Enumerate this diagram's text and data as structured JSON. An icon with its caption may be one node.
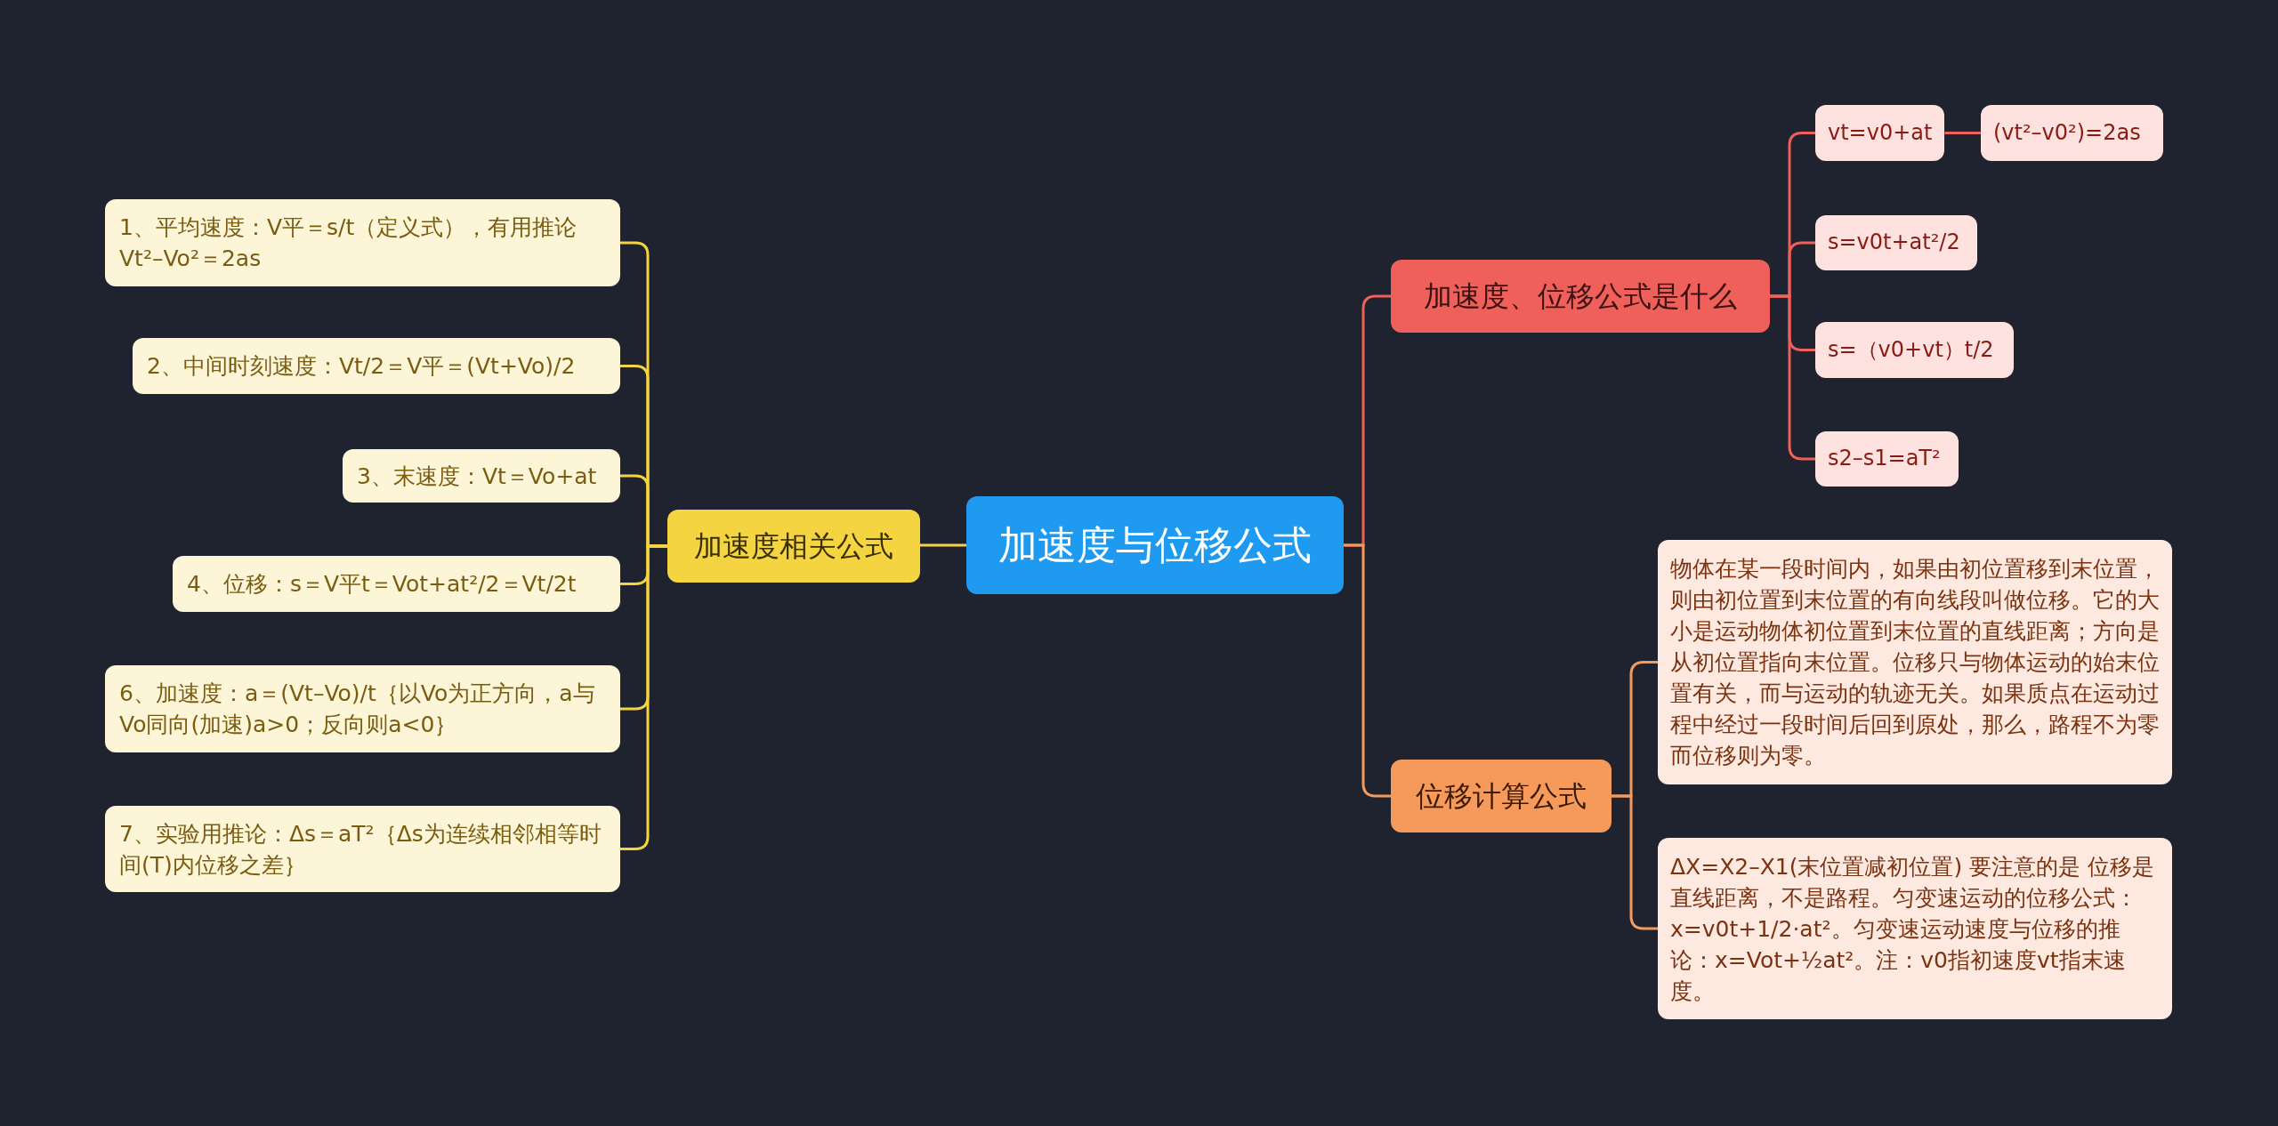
{
  "diagram": {
    "nodes": [
      {
        "text": [
          "加速度与位移公式"
        ]
      },
      {
        "text": [
          "加速度相关公式"
        ]
      },
      {
        "text": [
          "1、平均速度：V平＝s/t（定义式），有用推论Vt²–Vo²＝2as"
        ]
      },
      {
        "text": [
          "2、中间时刻速度：Vt/2＝V平＝(Vt+Vo)/2"
        ]
      },
      {
        "text": [
          "3、末速度：Vt＝Vo+at"
        ]
      },
      {
        "text": [
          "4、位移：s＝V平t＝Vot+at²/2＝Vt/2t"
        ]
      },
      {
        "text": [
          "6、加速度：a＝(Vt–Vo)/t｛以Vo为正方向，a与Vo同向(加速)a>0；反向则a<0｝"
        ]
      },
      {
        "text": [
          "7、实验用推论：Δs＝aT²｛Δs为连续相邻相等时间(T)内位移之差｝"
        ]
      },
      {
        "text": [
          "加速度、位移公式是什么"
        ]
      },
      {
        "text": [
          "vt=v0+at"
        ]
      },
      {
        "text": [
          "(vt²–v0²)=2as"
        ]
      },
      {
        "text": [
          "s=v0t+at²/2"
        ]
      },
      {
        "text": [
          "s=（v0+vt）t/2"
        ]
      },
      {
        "text": [
          "s2–s1=aT²"
        ]
      },
      {
        "text": [
          "位移计算公式"
        ]
      },
      {
        "text": [
          "物体在某一段时间内，如果由初位置移到末位置，则由初位置到末位置的有向线段叫做位移。它的大小是运动物体初位置到末位置的直线距离；方向是从初位置指向末位置。位移只与物体运动的始末位置有关，而与运动的轨迹无关。如果质点在运动过程中经过一段时间后回到原处，那么，路程不为零而位移则为零。"
        ]
      },
      {
        "text": [
          "ΔX=X2–X1(末位置减初位置) 要注意的是 位移是直线距离，不是路程。匀变速运动的位移公式：x=v0t+1/2·at²。匀变速运动速度与位移的推论：x=Vot+½at²。注：v0指初速度vt指末速度。"
        ]
      }
    ],
    "edges": [
      {
        "from": 0,
        "to": 1,
        "arrow": "none"
      },
      {
        "from": 1,
        "to": 2,
        "arrow": "none"
      },
      {
        "from": 1,
        "to": 3,
        "arrow": "none"
      },
      {
        "from": 1,
        "to": 4,
        "arrow": "none"
      },
      {
        "from": 1,
        "to": 5,
        "arrow": "none"
      },
      {
        "from": 1,
        "to": 6,
        "arrow": "none"
      },
      {
        "from": 1,
        "to": 7,
        "arrow": "none"
      },
      {
        "from": 0,
        "to": 8,
        "arrow": "none",
        "color": "#f0605a"
      },
      {
        "from": 8,
        "to": 9,
        "arrow": "none",
        "color": "#f0605a"
      },
      {
        "from": 9,
        "to": 10,
        "arrow": "none",
        "color": "#f0605a"
      },
      {
        "from": 8,
        "to": 11,
        "arrow": "none",
        "color": "#f0605a"
      },
      {
        "from": 8,
        "to": 12,
        "arrow": "none",
        "color": "#f0605a"
      },
      {
        "from": 8,
        "to": 13,
        "arrow": "none",
        "color": "#f0605a"
      },
      {
        "from": 0,
        "to": 14,
        "arrow": "none",
        "color": "#f59a5a"
      },
      {
        "from": 14,
        "to": 15,
        "arrow": "none",
        "color": "#f59a5a"
      },
      {
        "from": 14,
        "to": 16,
        "arrow": "none",
        "color": "#f59a5a"
      }
    ]
  }
}
